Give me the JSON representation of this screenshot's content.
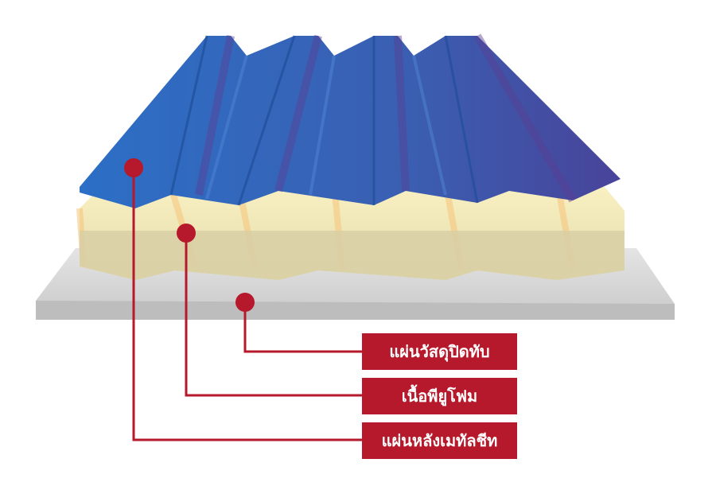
{
  "colors": {
    "accent": "#b5192b",
    "roof_blue": "#2f62b0",
    "foam": "#f3ebc0",
    "base_sheet": "#d6d6d6"
  },
  "labels": [
    {
      "text": "แผ่นวัสดุปิดทับ"
    },
    {
      "text": "เนื้อพียูโฟม"
    },
    {
      "text": "แผ่นหลังเมทัลชีท"
    }
  ]
}
